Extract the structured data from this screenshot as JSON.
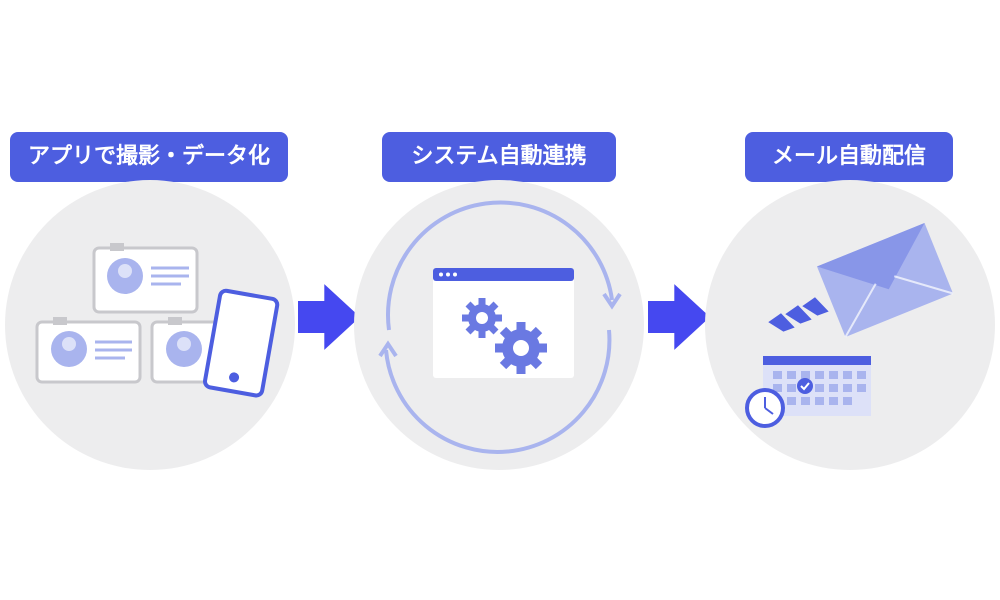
{
  "steps": [
    {
      "label": "アプリで撮影・データ化",
      "icon": "business-cards-and-smartphone-icon"
    },
    {
      "label": "システム自動連携",
      "icon": "sync-gears-window-icon"
    },
    {
      "label": "メール自動配信",
      "icon": "envelope-calendar-clock-icon"
    }
  ],
  "colors": {
    "accent": "#4d5ee0",
    "arrow": "#4548f0",
    "light_accent": "#a9b4ee",
    "circle_bg": "#ededee"
  }
}
